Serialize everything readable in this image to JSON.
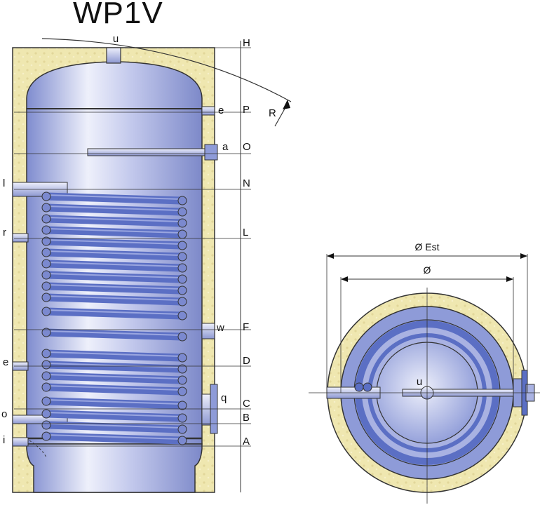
{
  "title": "WP1V",
  "side_view": {
    "top_connection": "u",
    "arc_label": "R",
    "right_connections": [
      "e",
      "a",
      "w",
      "q"
    ],
    "left_connections": [
      "l",
      "r",
      "e",
      "o",
      "i"
    ],
    "height_markers": [
      "H",
      "P",
      "O",
      "N",
      "L",
      "F",
      "D",
      "C",
      "B",
      "A"
    ]
  },
  "top_view": {
    "outer_diameter_label": "Ø Est",
    "inner_diameter_label": "Ø",
    "center_label": "u"
  },
  "colors": {
    "insulation": "#efe7b0",
    "tank_blue": "#8e9bd8",
    "coil_blue": "#5b6fc4",
    "outline": "#333333"
  }
}
